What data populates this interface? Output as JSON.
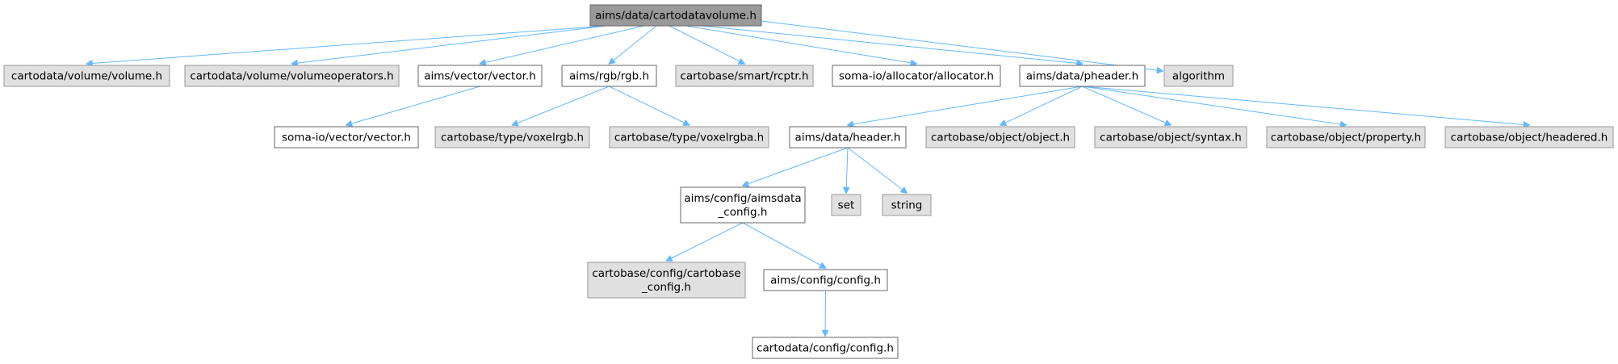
{
  "graph": {
    "colors": {
      "edge": "#63b8ff",
      "root_fill": "#999999",
      "root_border": "#666666",
      "documented_fill": "#ffffff",
      "documented_border": "#666666",
      "external_fill": "#e0e0e0",
      "external_border": "#999999"
    },
    "nodes": [
      {
        "id": "root",
        "lines": [
          "aims/data/cartodatavolume.h"
        ],
        "kind": "root",
        "clickable": false
      },
      {
        "id": "volume_h",
        "lines": [
          "cartodata/volume/volume.h"
        ],
        "kind": "external",
        "clickable": false
      },
      {
        "id": "volumeoperators_h",
        "lines": [
          "cartodata/volume/volumeoperators.h"
        ],
        "kind": "external",
        "clickable": false
      },
      {
        "id": "aims_vector_h",
        "lines": [
          "aims/vector/vector.h"
        ],
        "kind": "documented",
        "clickable": true
      },
      {
        "id": "aims_rgb_h",
        "lines": [
          "aims/rgb/rgb.h"
        ],
        "kind": "documented",
        "clickable": true
      },
      {
        "id": "rcptr_h",
        "lines": [
          "cartobase/smart/rcptr.h"
        ],
        "kind": "external",
        "clickable": false
      },
      {
        "id": "allocator_h",
        "lines": [
          "soma-io/allocator/allocator.h"
        ],
        "kind": "documented",
        "clickable": true
      },
      {
        "id": "pheader_h",
        "lines": [
          "aims/data/pheader.h"
        ],
        "kind": "documented",
        "clickable": true
      },
      {
        "id": "algorithm",
        "lines": [
          "algorithm"
        ],
        "kind": "external",
        "clickable": false
      },
      {
        "id": "somaio_vector_h",
        "lines": [
          "soma-io/vector/vector.h"
        ],
        "kind": "documented",
        "clickable": true
      },
      {
        "id": "voxelrgb_h",
        "lines": [
          "cartobase/type/voxelrgb.h"
        ],
        "kind": "external",
        "clickable": false
      },
      {
        "id": "voxelrgba_h",
        "lines": [
          "cartobase/type/voxelrgba.h"
        ],
        "kind": "external",
        "clickable": false
      },
      {
        "id": "header_h",
        "lines": [
          "aims/data/header.h"
        ],
        "kind": "documented",
        "clickable": true
      },
      {
        "id": "object_h",
        "lines": [
          "cartobase/object/object.h"
        ],
        "kind": "external",
        "clickable": false
      },
      {
        "id": "syntax_h",
        "lines": [
          "cartobase/object/syntax.h"
        ],
        "kind": "external",
        "clickable": false
      },
      {
        "id": "property_h",
        "lines": [
          "cartobase/object/property.h"
        ],
        "kind": "external",
        "clickable": false
      },
      {
        "id": "headered_h",
        "lines": [
          "cartobase/object/headered.h"
        ],
        "kind": "external",
        "clickable": false
      },
      {
        "id": "aimsdata_config_h",
        "lines": [
          "aims/config/aimsdata",
          "_config.h"
        ],
        "kind": "documented",
        "clickable": true
      },
      {
        "id": "set",
        "lines": [
          "set"
        ],
        "kind": "external",
        "clickable": false
      },
      {
        "id": "string",
        "lines": [
          "string"
        ],
        "kind": "external",
        "clickable": false
      },
      {
        "id": "cartobase_config_h",
        "lines": [
          "cartobase/config/cartobase",
          "_config.h"
        ],
        "kind": "external",
        "clickable": false
      },
      {
        "id": "aims_config_h",
        "lines": [
          "aims/config/config.h"
        ],
        "kind": "documented",
        "clickable": true
      },
      {
        "id": "cartodata_config_h",
        "lines": [
          "cartodata/config/config.h"
        ],
        "kind": "documented",
        "clickable": true
      }
    ],
    "edges": [
      [
        "root",
        "volume_h"
      ],
      [
        "root",
        "volumeoperators_h"
      ],
      [
        "root",
        "aims_vector_h"
      ],
      [
        "root",
        "aims_rgb_h"
      ],
      [
        "root",
        "rcptr_h"
      ],
      [
        "root",
        "allocator_h"
      ],
      [
        "root",
        "pheader_h"
      ],
      [
        "root",
        "algorithm"
      ],
      [
        "aims_vector_h",
        "somaio_vector_h"
      ],
      [
        "aims_rgb_h",
        "voxelrgb_h"
      ],
      [
        "aims_rgb_h",
        "voxelrgba_h"
      ],
      [
        "pheader_h",
        "header_h"
      ],
      [
        "pheader_h",
        "object_h"
      ],
      [
        "pheader_h",
        "syntax_h"
      ],
      [
        "pheader_h",
        "property_h"
      ],
      [
        "pheader_h",
        "headered_h"
      ],
      [
        "header_h",
        "aimsdata_config_h"
      ],
      [
        "header_h",
        "set"
      ],
      [
        "header_h",
        "string"
      ],
      [
        "aimsdata_config_h",
        "cartobase_config_h"
      ],
      [
        "aimsdata_config_h",
        "aims_config_h"
      ],
      [
        "aims_config_h",
        "cartodata_config_h"
      ]
    ]
  }
}
